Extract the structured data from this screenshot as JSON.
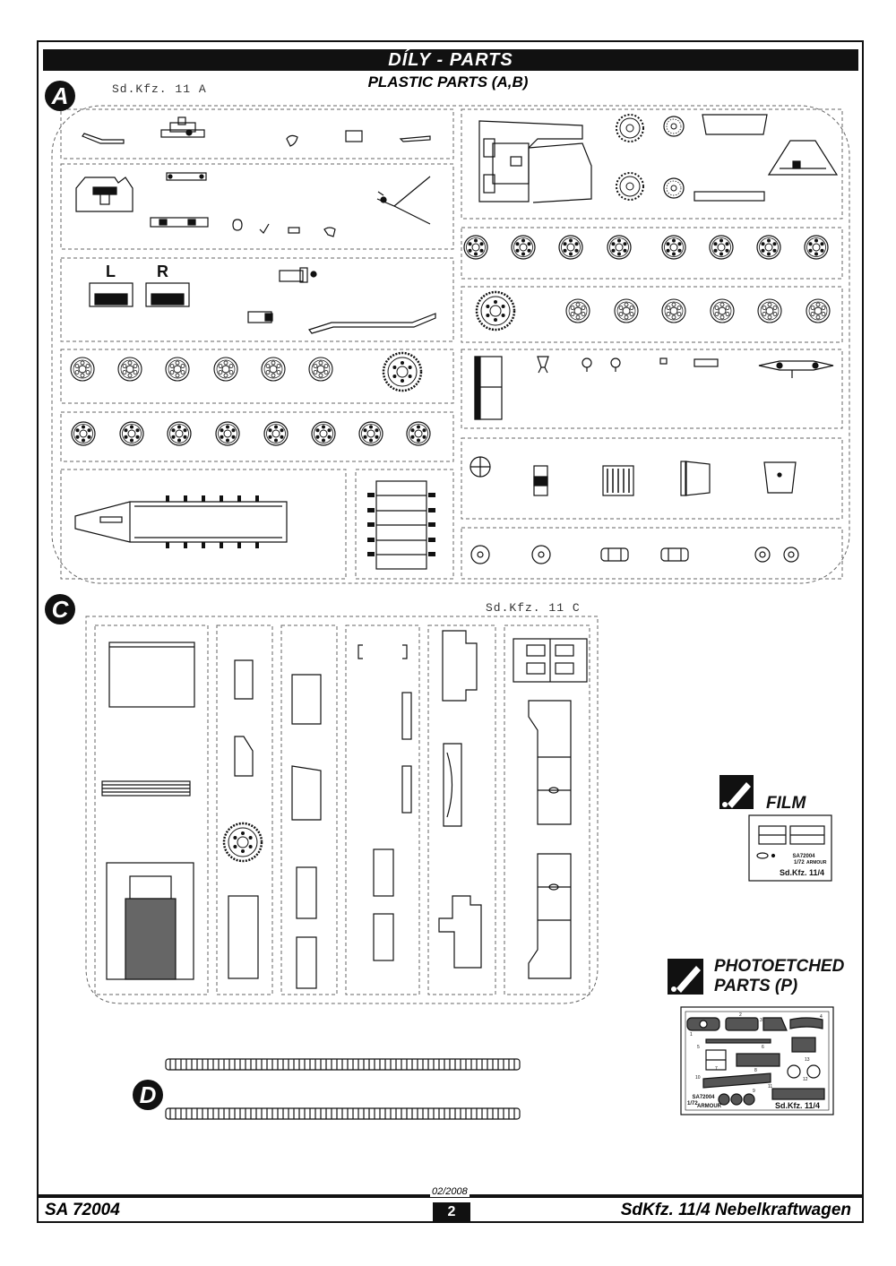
{
  "header": {
    "title": "DÍLY  -  PARTS",
    "subtitle": "PLASTIC PARTS (A,B)"
  },
  "sprues": {
    "a": {
      "badge": "A",
      "name": "Sd.Kfz. 11 A",
      "labels": {
        "left": "L",
        "right": "R"
      }
    },
    "c": {
      "badge": "C",
      "name": "Sd.Kfz. 11 C"
    },
    "d": {
      "badge": "D"
    }
  },
  "film": {
    "label": "FILM",
    "code": "SA72004",
    "scale": "1/72",
    "brand": "ARMOUR",
    "model": "Sd.Kfz. 11/4"
  },
  "photoetched": {
    "label_line1": "PHOTOETCHED",
    "label_line2": "PARTS (P)",
    "code": "SA72004",
    "scale": "1/72",
    "brand": "ARMOUR",
    "model": "Sd.Kfz. 11/4",
    "part_numbers": [
      "1",
      "2",
      "3",
      "4",
      "5",
      "6",
      "7",
      "8",
      "9",
      "10",
      "11",
      "12",
      "13"
    ]
  },
  "footer": {
    "code": "SA 72004",
    "date": "02/2008",
    "page": "2",
    "model_name": "SdKfz. 11/4 Nebelkraftwagen"
  }
}
